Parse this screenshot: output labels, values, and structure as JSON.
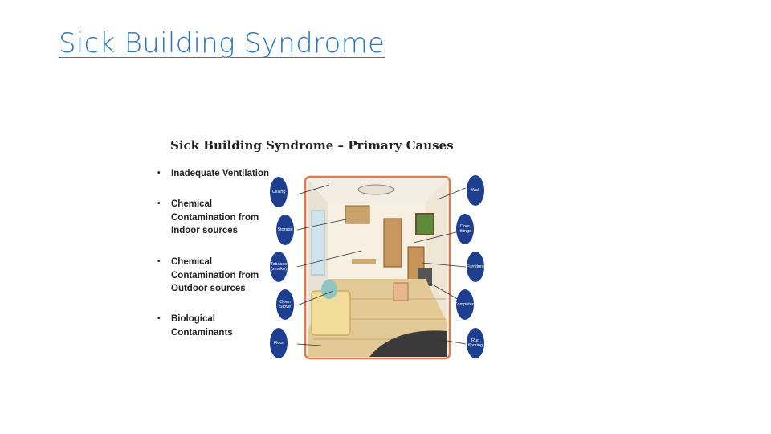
{
  "slide": {
    "title": "Sick Building Syndrome"
  },
  "figure": {
    "title": "Sick Building Syndrome – Primary Causes",
    "bullets": [
      "Inadequate Ventilation",
      "Chemical Contamination from Indoor sources",
      "Chemical Contamination from Outdoor sources",
      "Biological Contaminants"
    ],
    "left_labels": [
      "Ceiling",
      "Storage",
      "Tobacco (smoke)",
      "Open Stove",
      "Floor"
    ],
    "right_labels": [
      "Wall",
      "Door fittings",
      "Furniture",
      "Computers",
      "Rug flooring"
    ],
    "colors": {
      "circle": "#1e3f8f",
      "frame": "#e07a4a",
      "title": "#2e75b6"
    }
  }
}
